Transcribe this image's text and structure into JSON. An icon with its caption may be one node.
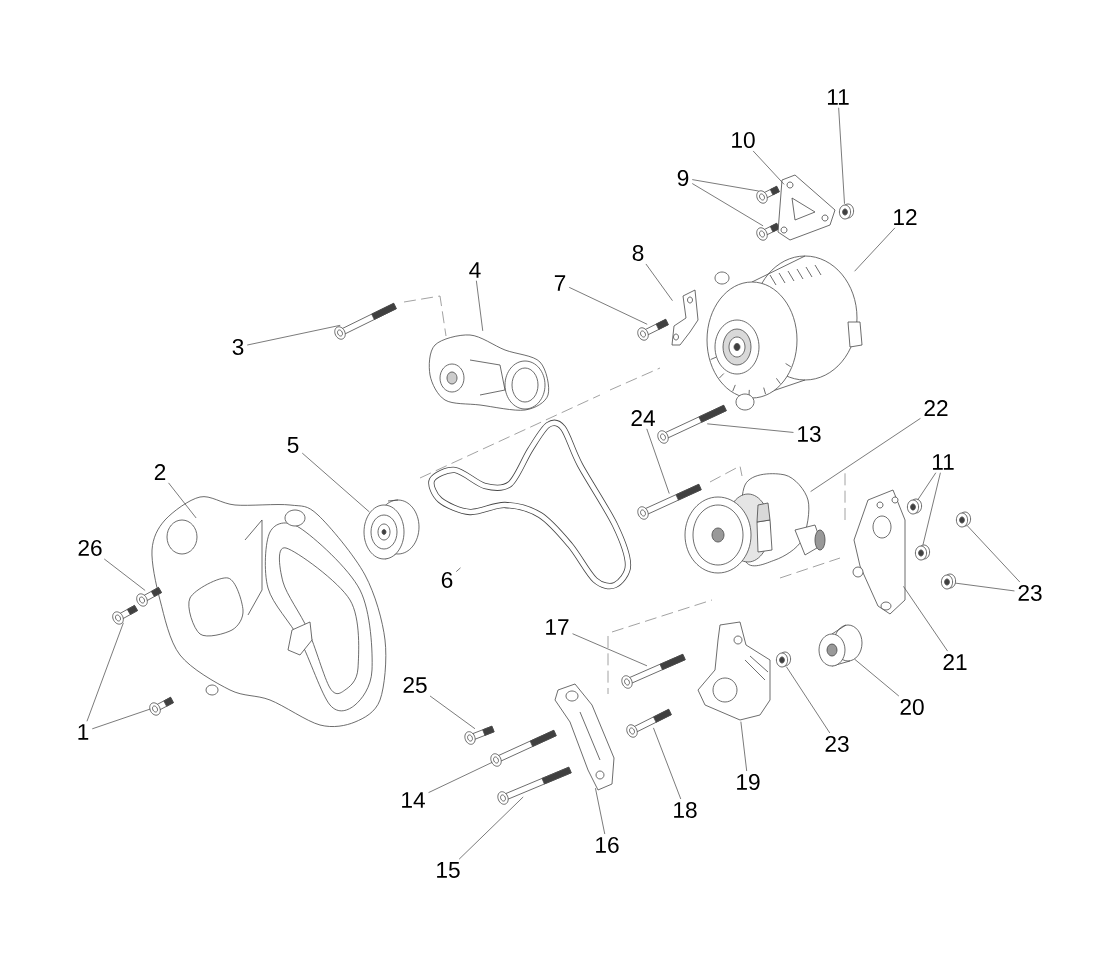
{
  "diagram": {
    "nodes": [
      {
        "text": [
          "1"
        ]
      },
      {
        "text": [
          "2"
        ]
      },
      {
        "text": [
          "3"
        ]
      },
      {
        "text": [
          "4"
        ]
      },
      {
        "text": [
          "5"
        ]
      },
      {
        "text": [
          "6"
        ]
      },
      {
        "text": [
          "7"
        ]
      },
      {
        "text": [
          "8"
        ]
      },
      {
        "text": [
          "9"
        ]
      },
      {
        "text": [
          "10"
        ]
      },
      {
        "text": [
          "11"
        ]
      },
      {
        "text": [
          "11"
        ]
      },
      {
        "text": [
          "12"
        ]
      },
      {
        "text": [
          "13"
        ]
      },
      {
        "text": [
          "14"
        ]
      },
      {
        "text": [
          "15"
        ]
      },
      {
        "text": [
          "16"
        ]
      },
      {
        "text": [
          "17"
        ]
      },
      {
        "text": [
          "18"
        ]
      },
      {
        "text": [
          "19"
        ]
      },
      {
        "text": [
          "20"
        ]
      },
      {
        "text": [
          "21"
        ]
      },
      {
        "text": [
          "22"
        ]
      },
      {
        "text": [
          "23"
        ]
      },
      {
        "text": [
          "23"
        ]
      },
      {
        "text": [
          "24"
        ]
      },
      {
        "text": [
          "25"
        ]
      },
      {
        "text": [
          "26"
        ]
      },
      {
        "text": [],
        "shape": "picture"
      },
      {
        "text": [],
        "shape": "picture"
      },
      {
        "text": [],
        "shape": "picture"
      },
      {
        "text": [],
        "shape": "picture"
      },
      {
        "text": [],
        "shape": "picture"
      },
      {
        "text": [],
        "shape": "picture"
      },
      {
        "text": [],
        "shape": "picture"
      },
      {
        "text": [],
        "shape": "picture"
      },
      {
        "text": [],
        "shape": "picture"
      },
      {
        "text": [],
        "shape": "picture"
      },
      {
        "text": [],
        "shape": "picture"
      },
      {
        "text": [],
        "shape": "picture"
      },
      {
        "text": [],
        "shape": "picture"
      },
      {
        "text": [],
        "shape": "picture"
      },
      {
        "text": [],
        "shape": "picture"
      },
      {
        "text": [],
        "shape": "picture"
      },
      {
        "text": [],
        "shape": "picture"
      },
      {
        "text": [],
        "shape": "picture"
      },
      {
        "text": [],
        "shape": "picture"
      },
      {
        "text": [],
        "shape": "picture"
      },
      {
        "text": [],
        "shape": "picture"
      },
      {
        "text": [],
        "shape": "picture"
      },
      {
        "text": [],
        "shape": "picture"
      },
      {
        "text": [],
        "shape": "picture"
      },
      {
        "text": [],
        "shape": "picture"
      },
      {
        "text": [],
        "shape": "picture"
      },
      {
        "text": [],
        "shape": "picture"
      },
      {
        "text": [],
        "shape": "picture"
      },
      {
        "text": [],
        "shape": "picture"
      },
      {
        "text": [],
        "shape": "picture"
      },
      {
        "text": [],
        "shape": "picture"
      },
      {
        "text": [],
        "shape": "picture"
      }
    ],
    "edges": [
      {
        "from": 0,
        "to": 28,
        "arrow": "none"
      },
      {
        "from": 0,
        "to": 29,
        "arrow": "none"
      },
      {
        "from": 1,
        "to": 30,
        "arrow": "none"
      },
      {
        "from": 2,
        "to": 31,
        "arrow": "none"
      },
      {
        "from": 3,
        "to": 32,
        "arrow": "none"
      },
      {
        "from": 4,
        "to": 33,
        "arrow": "none"
      },
      {
        "from": 5,
        "to": 34,
        "arrow": "none"
      },
      {
        "from": 6,
        "to": 35,
        "arrow": "none"
      },
      {
        "from": 7,
        "to": 36,
        "arrow": "none"
      },
      {
        "from": 8,
        "to": 37,
        "arrow": "none"
      },
      {
        "from": 8,
        "to": 38,
        "arrow": "none"
      },
      {
        "from": 9,
        "to": 39,
        "arrow": "none"
      },
      {
        "from": 10,
        "to": 40,
        "arrow": "none"
      },
      {
        "from": 11,
        "to": 58,
        "arrow": "none"
      },
      {
        "from": 11,
        "to": 59,
        "arrow": "none"
      },
      {
        "from": 12,
        "to": 41,
        "arrow": "none"
      },
      {
        "from": 13,
        "to": 42,
        "arrow": "none"
      },
      {
        "from": 14,
        "to": 43,
        "arrow": "none"
      },
      {
        "from": 15,
        "to": 44,
        "arrow": "none"
      },
      {
        "from": 16,
        "to": 45,
        "arrow": "none"
      },
      {
        "from": 17,
        "to": 46,
        "arrow": "none"
      },
      {
        "from": 18,
        "to": 47,
        "arrow": "none"
      },
      {
        "from": 19,
        "to": 48,
        "arrow": "none"
      },
      {
        "from": 20,
        "to": 49,
        "arrow": "none"
      },
      {
        "from": 21,
        "to": 50,
        "arrow": "none"
      },
      {
        "from": 22,
        "to": 51,
        "arrow": "none"
      },
      {
        "from": 23,
        "to": 52,
        "arrow": "none"
      },
      {
        "from": 23,
        "to": 53,
        "arrow": "none"
      },
      {
        "from": 24,
        "to": 54,
        "arrow": "none"
      },
      {
        "from": 25,
        "to": 55,
        "arrow": "none"
      },
      {
        "from": 26,
        "to": 56,
        "arrow": "none"
      },
      {
        "from": 27,
        "to": 57,
        "arrow": "none"
      }
    ]
  }
}
